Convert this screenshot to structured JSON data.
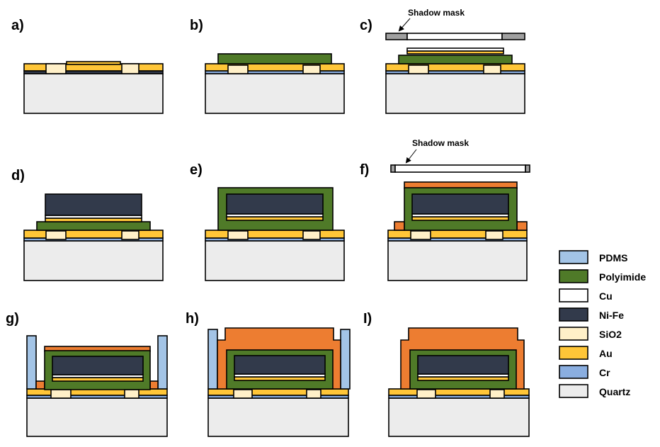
{
  "panels": [
    {
      "id": "a",
      "label": "a)"
    },
    {
      "id": "b",
      "label": "b)"
    },
    {
      "id": "c",
      "label": "c)"
    },
    {
      "id": "d",
      "label": "d)"
    },
    {
      "id": "e",
      "label": "e)"
    },
    {
      "id": "f",
      "label": "f)"
    },
    {
      "id": "g",
      "label": "g)"
    },
    {
      "id": "h",
      "label": "h)"
    },
    {
      "id": "i",
      "label": "I)"
    }
  ],
  "annotations": {
    "shadow_mask_c": "Shadow mask",
    "shadow_mask_f": "Shadow mask"
  },
  "legend": [
    {
      "name": "PDMS",
      "color": "#a3c4e6"
    },
    {
      "name": "Polyimide",
      "color": "#4f7a28"
    },
    {
      "name": "Cu",
      "color": "#ffffff"
    },
    {
      "name": "Ni-Fe",
      "color": "#323a4b"
    },
    {
      "name": "SiO2",
      "color": "#fff0c8"
    },
    {
      "name": "Au",
      "color": "#ffc638"
    },
    {
      "name": "Cr",
      "color": "#8aaee0"
    },
    {
      "name": "Quartz",
      "color": "#ececec"
    }
  ],
  "colors": {
    "pdms": "#a3c4e6",
    "polyimide": "#4f7a28",
    "cu": "#ffffff",
    "nife": "#323a4b",
    "sio2": "#fff0c8",
    "au": "#ffc638",
    "cr": "#8aaee0",
    "quartz": "#ececec",
    "orange": "#ed7d31",
    "mask": "#a0a0a0"
  }
}
